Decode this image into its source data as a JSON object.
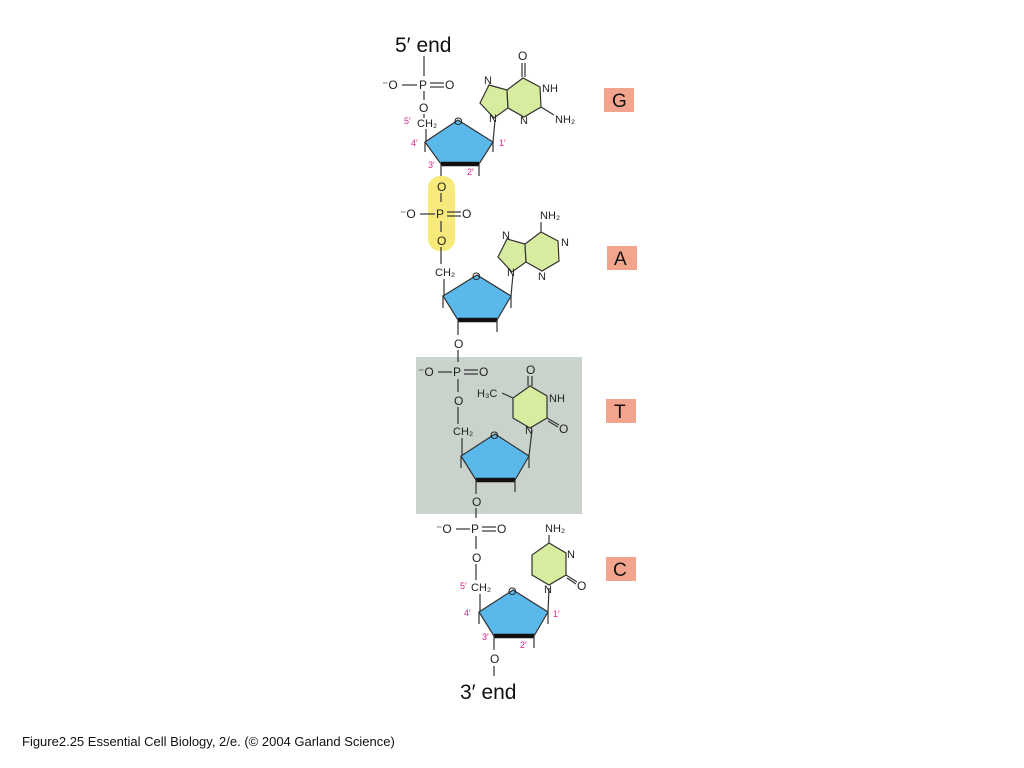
{
  "strand": {
    "five_prime_label": "5′ end",
    "three_prime_label": "3′ end"
  },
  "atoms": {
    "oxygen": "O",
    "phosphorus": "P",
    "nitrogen": "N",
    "phosphate_neg_o": "⁻O",
    "ch2": "CH₂",
    "nh": "NH",
    "nh2": "NH₂",
    "methyl": "H₃C"
  },
  "positions": {
    "five": "5′",
    "four": "4′",
    "three": "3′",
    "two": "2′",
    "one": "1′"
  },
  "bases": [
    {
      "letter": "G"
    },
    {
      "letter": "A"
    },
    {
      "letter": "T"
    },
    {
      "letter": "C"
    }
  ],
  "colors": {
    "sugar": "#5bb8ea",
    "base": "#d7ec9f",
    "badge": "#f2a58c",
    "phosphate_highlight": "#f7ea7a",
    "nucleotide_box": "#c9d3cc",
    "position_label": "#e0218a"
  },
  "caption": {
    "figure": "Figure2.25",
    "source": "Essential Cell Biology, 2/e. (© 2004 Garland Science)"
  }
}
